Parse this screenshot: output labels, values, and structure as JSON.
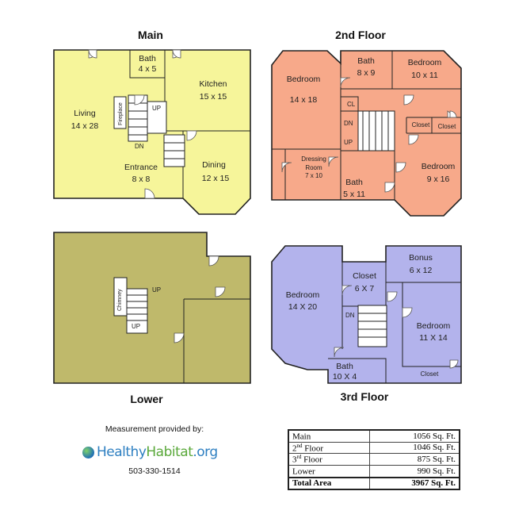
{
  "titles": {
    "main": "Main",
    "second": "2nd Floor",
    "lower": "Lower",
    "third": "3rd Floor"
  },
  "main_floor": {
    "bath": [
      "Bath",
      "4 x 5"
    ],
    "kitchen": [
      "Kitchen",
      "15 x 15"
    ],
    "living": [
      "Living",
      "14 x 28"
    ],
    "fireplace": "Fireplace",
    "up": "UP",
    "dn": "DN",
    "entrance": [
      "Entrance",
      "8 x 8"
    ],
    "dining": [
      "Dining",
      "12 x 15"
    ]
  },
  "second_floor": {
    "bath_top": [
      "Bath",
      "8 x 9"
    ],
    "bedroom_top": [
      "Bedroom",
      "10 x 11"
    ],
    "bedroom_left": [
      "Bedroom",
      "14 x 18"
    ],
    "cl": "CL",
    "dn": "DN",
    "up": "UP",
    "closet1": "Closet",
    "closet2": "Closet",
    "dressing": [
      "Dressing",
      "Room",
      "7 x 10"
    ],
    "bath_bottom": [
      "Bath",
      "5 x 11"
    ],
    "bedroom_right": [
      "Bedroom",
      "9 x 16"
    ]
  },
  "lower_floor": {
    "chimney": "Chimney",
    "up1": "UP",
    "up2": "UP"
  },
  "third_floor": {
    "bonus": [
      "Bonus",
      "6 x 12"
    ],
    "closet_top": [
      "Closet",
      "6 X 7"
    ],
    "bedroom_left": [
      "Bedroom",
      "14 X 20"
    ],
    "dn": "DN",
    "bedroom_right": [
      "Bedroom",
      "11 X 14"
    ],
    "bath": [
      "Bath",
      "10 X 4"
    ],
    "closet_bottom": "Closet"
  },
  "credit": {
    "line1": "Measurement provided by:",
    "logo_a": "Healthy",
    "logo_b": "Habitat",
    "logo_c": ".org",
    "phone": "503-330-1514"
  },
  "area_table": {
    "rows": [
      {
        "name_pre": "Main",
        "name_sup": "",
        "name_post": "",
        "value": "1056 Sq. Ft."
      },
      {
        "name_pre": "2",
        "name_sup": "nd",
        "name_post": " Floor",
        "value": "1046 Sq. Ft."
      },
      {
        "name_pre": "3",
        "name_sup": "rd",
        "name_post": " Floor",
        "value": "875 Sq. Ft."
      },
      {
        "name_pre": "Lower",
        "name_sup": "",
        "name_post": "",
        "value": "990 Sq. Ft."
      }
    ],
    "total_label": "Total Area",
    "total_value": "3967 Sq. Ft."
  },
  "colors": {
    "main": "#f6f59a",
    "second": "#f7a98a",
    "lower": "#bfb96b",
    "third": "#b3b3ec"
  }
}
